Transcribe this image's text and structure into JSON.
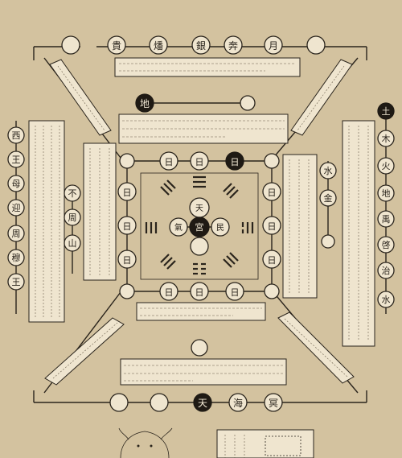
{
  "top_row": [
    "貴",
    "燔",
    "銀",
    "奔",
    "月"
  ],
  "earth_label": "地",
  "day_label": "日",
  "center": {
    "top": "天",
    "mid": "宮",
    "left": "氣",
    "right": "民"
  },
  "left_column": [
    "西",
    "王",
    "母",
    "迎",
    "周",
    "穆",
    "王"
  ],
  "buzhou": [
    "不",
    "周",
    "山"
  ],
  "right_column": [
    "土",
    "木",
    "火",
    "地",
    "禹",
    "啓",
    "治",
    "水"
  ],
  "water_metal": [
    "水",
    "金"
  ],
  "bottom_row": [
    "天",
    "海",
    "冥"
  ],
  "colors": {
    "paper": "#d3c29f",
    "panel": "#efe5cf",
    "ink": "#2a241c",
    "dark": "#1f1a14"
  }
}
